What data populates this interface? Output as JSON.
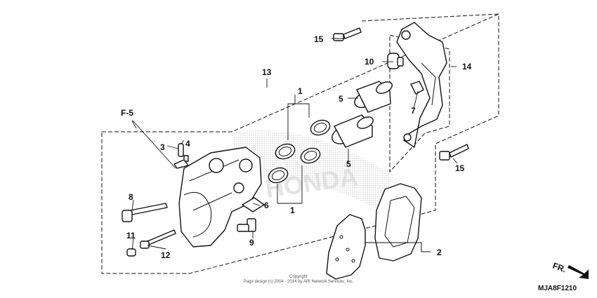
{
  "diagram": {
    "callouts": {
      "p1_top": "1",
      "p1_bottom": "1",
      "p2": "2",
      "p3": "3",
      "p4": "4",
      "p5_top": "5",
      "p5_bottom": "5",
      "p6": "6",
      "p7": "7",
      "p8": "8",
      "p9": "9",
      "p10": "10",
      "p11": "11",
      "p12": "12",
      "p13": "13",
      "p14": "14",
      "p15_top": "15",
      "p15_bottom": "15",
      "ref_f5": "F-5",
      "front_arrow": "FR."
    },
    "copyright_line1": "Copyright",
    "copyright_line2": "Page design (c) 2004 - 2014 by ARI Network Services, Inc.",
    "diagram_code": "MJA8F1210",
    "watermark_text": "HONDA"
  },
  "colors": {
    "ink": "#111111",
    "watermark": "#cfcfcf",
    "background": "#ffffff"
  }
}
